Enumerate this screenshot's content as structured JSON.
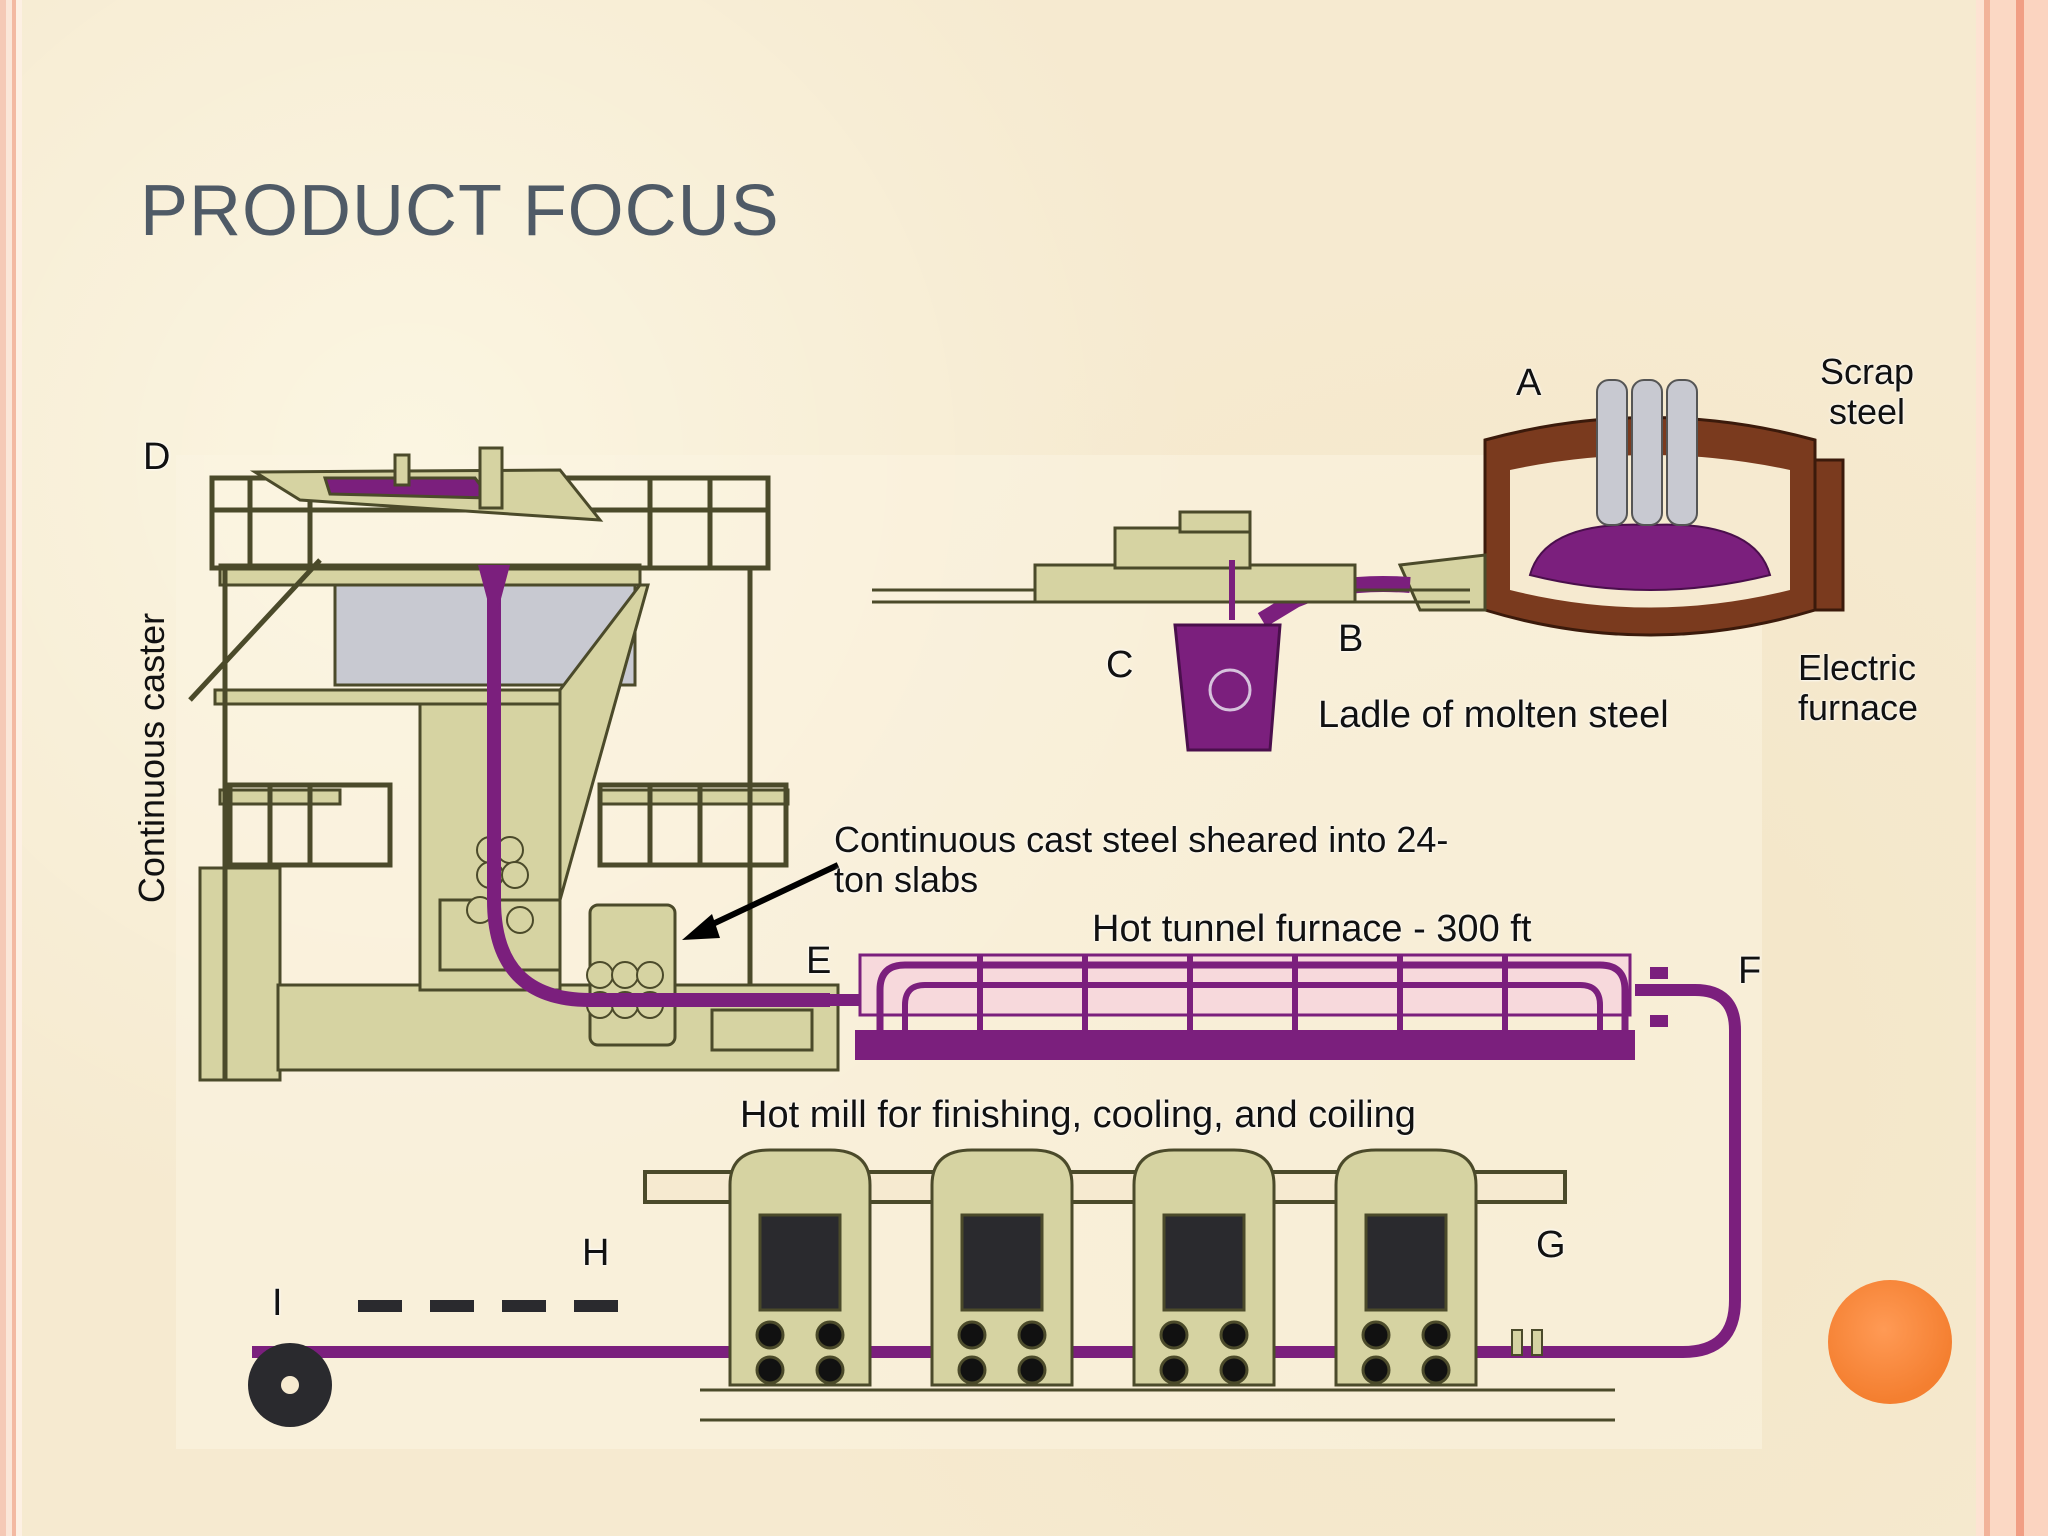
{
  "slide": {
    "title": "PRODUCT FOCUS"
  },
  "diagram": {
    "letters": {
      "a": "A",
      "b": "B",
      "c": "C",
      "d": "D",
      "e": "E",
      "f": "F",
      "g": "G",
      "h": "H",
      "i": "I"
    },
    "labels": {
      "scrap_steel": "Scrap steel",
      "electric_furnace": "Electric furnace",
      "ladle": "Ladle of molten steel",
      "continuous_caster": "Continuous caster",
      "slabs": "Continuous cast steel sheared into 24-ton slabs",
      "tunnel_furnace": "Hot tunnel furnace - 300 ft",
      "hot_mill": "Hot mill for finishing, cooling, and coiling"
    }
  },
  "colors": {
    "background": "#f6ead0",
    "title": "#4f5a66",
    "machinery": "#d6d3a2",
    "steel": "#7b1f7d",
    "furnace_brick": "#7a3a1e",
    "accent_dot": "#f47f30"
  }
}
